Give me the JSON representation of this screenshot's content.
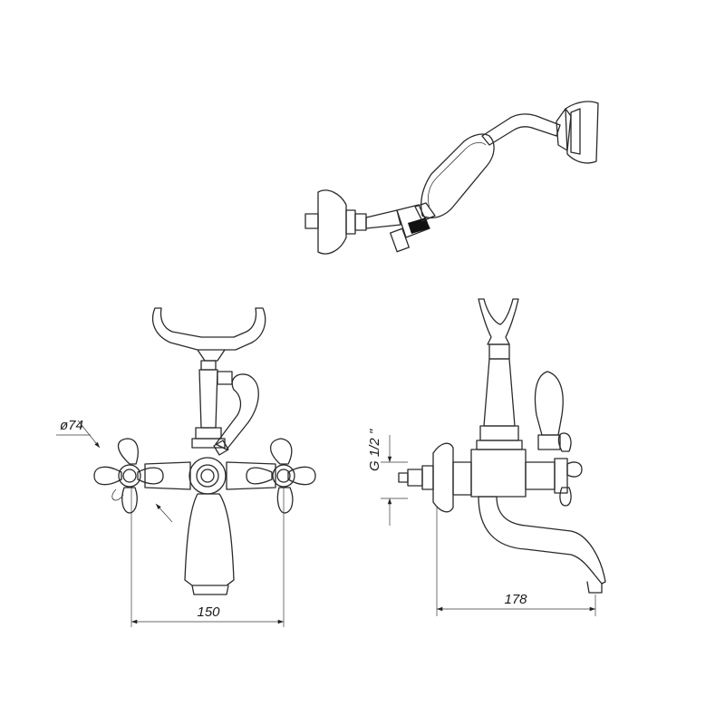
{
  "dimensions": {
    "width": "150",
    "depth": "178",
    "handle_diameter": "ø74",
    "thread": "G 1/2 \""
  },
  "colors": {
    "line": "#2a2a2a",
    "background": "#ffffff"
  }
}
